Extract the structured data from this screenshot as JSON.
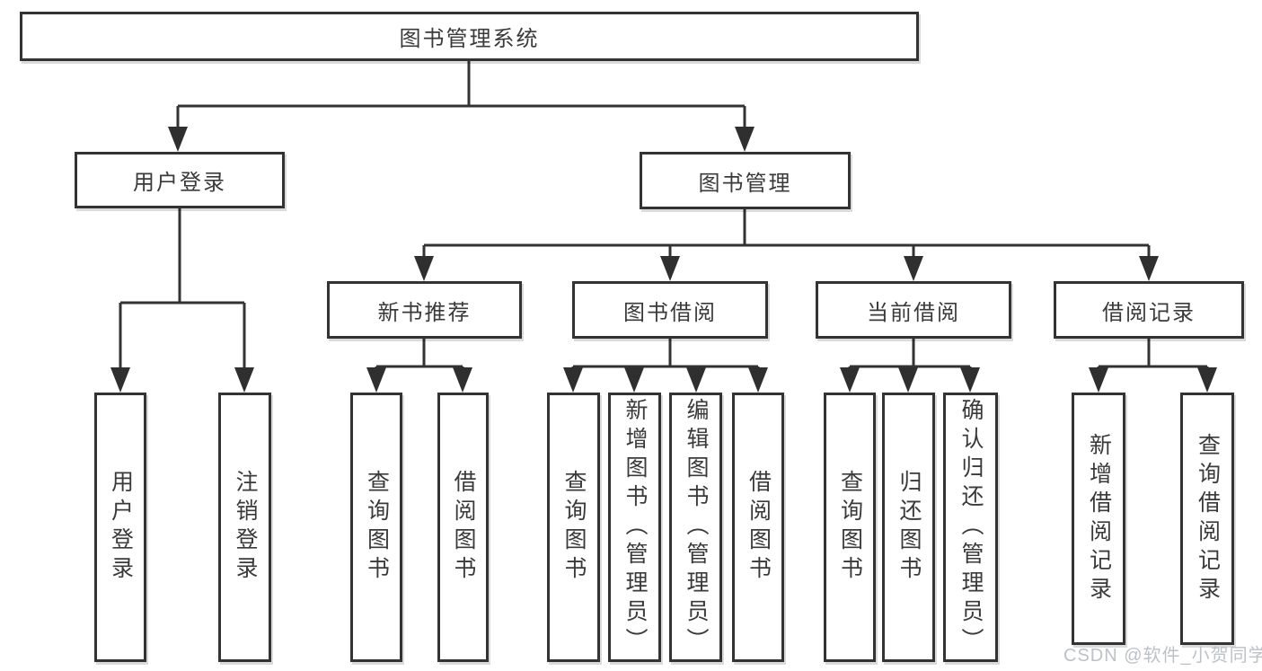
{
  "colors": {
    "line": "#333333",
    "text": "#3a3a3a",
    "watermark": "#bdc1c8",
    "background": "#ffffff"
  },
  "watermark": {
    "text": "CSDN @软件_小贺同学"
  },
  "tree": {
    "label": "图书管理系统",
    "children": [
      {
        "label": "用户登录",
        "children": [
          {
            "label": "用户登录"
          },
          {
            "label": "注销登录"
          }
        ]
      },
      {
        "label": "图书管理",
        "children": [
          {
            "label": "新书推荐",
            "children": [
              {
                "label": "查询图书"
              },
              {
                "label": "借阅图书"
              }
            ]
          },
          {
            "label": "图书借阅",
            "children": [
              {
                "label": "查询图书"
              },
              {
                "label": "新增图书（管理员）"
              },
              {
                "label": "编辑图书（管理员）"
              },
              {
                "label": "借阅图书"
              }
            ]
          },
          {
            "label": "当前借阅",
            "children": [
              {
                "label": "查询图书"
              },
              {
                "label": "归还图书"
              },
              {
                "label": "确认归还（管理员）"
              }
            ]
          },
          {
            "label": "借阅记录",
            "children": [
              {
                "label": "新增借阅记录"
              },
              {
                "label": "查询借阅记录"
              }
            ]
          }
        ]
      }
    ]
  }
}
